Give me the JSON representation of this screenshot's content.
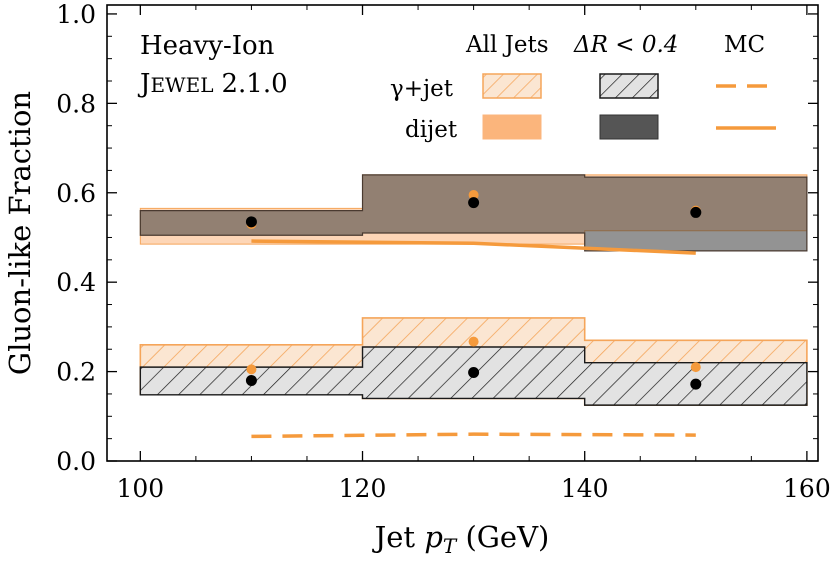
{
  "chart_data": {
    "type": "area",
    "annotation": {
      "line1": "Heavy-Ion",
      "line2_smallcaps_first": "J",
      "line2_smallcaps_rest": "EWEL",
      "line2_version": "2.1.0"
    },
    "xlabel_main": "Jet ",
    "xlabel_var": "p",
    "xlabel_sub": "T",
    "xlabel_unit": " (GeV)",
    "ylabel": "Gluon-like Fraction",
    "xlim": [
      97,
      161
    ],
    "ylim": [
      0.0,
      1.02
    ],
    "xticks": [
      100,
      120,
      140,
      160
    ],
    "xtick_labels": [
      "100",
      "120",
      "140",
      "160"
    ],
    "yticks": [
      0.0,
      0.2,
      0.4,
      0.6,
      0.8,
      1.0
    ],
    "ytick_labels": [
      "0.0",
      "0.2",
      "0.4",
      "0.6",
      "0.8",
      "1.0"
    ],
    "bin_edges": [
      100,
      120,
      140,
      160
    ],
    "bin_centers": [
      110,
      130,
      150
    ],
    "legend": {
      "columns": [
        "All Jets",
        "ΔR < 0.4",
        "MC"
      ],
      "rows": [
        "γ+jet",
        "dijet"
      ]
    },
    "colors": {
      "orange": "#f5a55a",
      "orange_line": "#f59a3c",
      "dark": "#4a4a4a",
      "grey_band": "#e0e0e0",
      "brown": "#8f7764",
      "point": "#000000"
    },
    "series": [
      {
        "key": "dijet_all",
        "lower": [
          0.485,
          0.485,
          0.515
        ],
        "upper": [
          0.565,
          0.64,
          0.64
        ],
        "points": [
          0.53,
          0.595,
          0.56
        ]
      },
      {
        "key": "dijet_dr",
        "lower": [
          0.505,
          0.51,
          0.47
        ],
        "upper": [
          0.56,
          0.64,
          0.635
        ],
        "points": [
          0.535,
          0.578,
          0.556
        ]
      },
      {
        "key": "gammajet_all",
        "lower": [
          0.15,
          0.14,
          0.125
        ],
        "upper": [
          0.26,
          0.32,
          0.27
        ],
        "points": [
          0.205,
          0.267,
          0.21
        ]
      },
      {
        "key": "gammajet_dr",
        "lower": [
          0.148,
          0.14,
          0.125
        ],
        "upper": [
          0.21,
          0.255,
          0.22
        ],
        "points": [
          0.18,
          0.198,
          0.172
        ]
      },
      {
        "key": "dijet_mc",
        "x": [
          110,
          130,
          150
        ],
        "y": [
          0.492,
          0.487,
          0.465
        ]
      },
      {
        "key": "gammajet_mc",
        "x": [
          110,
          130,
          150
        ],
        "y": [
          0.055,
          0.06,
          0.058
        ]
      }
    ]
  }
}
